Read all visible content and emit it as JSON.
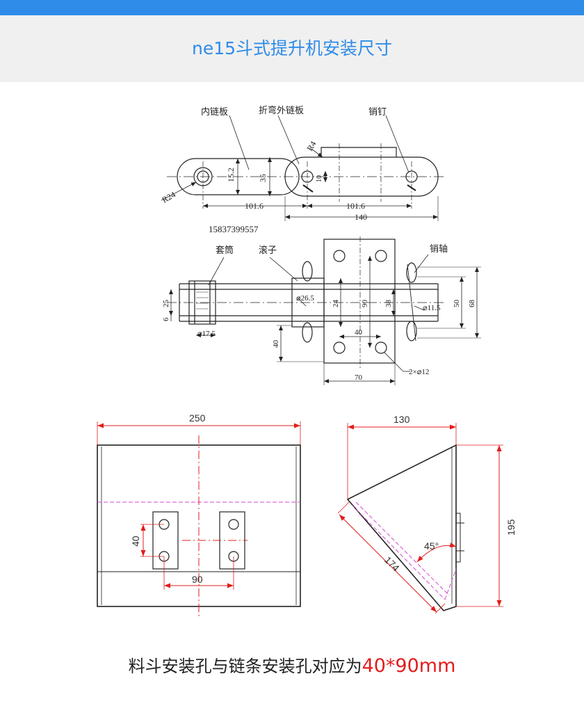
{
  "header": {
    "title": "ne15斗式提升机安装尺寸"
  },
  "chain_side": {
    "labels": {
      "inner_plate": "内链板",
      "bent_outer_plate": "折弯外链板",
      "pin": "销钉"
    },
    "dims": {
      "r4": "R4",
      "r24": "R24",
      "d15_2": "15.2",
      "d35": "35",
      "d10": "10",
      "pitch_left": "101.6",
      "pitch_right": "101.6",
      "total": "140"
    },
    "phone": "15837399557"
  },
  "chain_top": {
    "labels": {
      "sleeve": "套筒",
      "roller": "滚子",
      "pin_shaft": "销轴"
    },
    "dims": {
      "d25": "25",
      "d6": "6",
      "d17_5": "⌀17.5",
      "d26_5": "⌀26.5",
      "d24": "24",
      "d90": "90",
      "d38": "38",
      "d11_5": "⌀11.5",
      "d50": "50",
      "d68": "68",
      "d40h": "40",
      "d40v": "40",
      "d70": "70",
      "holes": "2×⌀12"
    }
  },
  "bucket_front": {
    "dims": {
      "width": "250",
      "hole_v": "40",
      "hole_h": "90"
    }
  },
  "bucket_side": {
    "dims": {
      "depth": "130",
      "height": "195",
      "slant": "174",
      "angle": "45°"
    }
  },
  "caption": {
    "text": "料斗安装孔与链条安装孔对应为",
    "highlight": "40*90mm"
  },
  "colors": {
    "accent": "#2f8ce8",
    "dimension": "#e31c1c",
    "centerline": "#e31c1c",
    "hidden": "#d24ad2"
  }
}
